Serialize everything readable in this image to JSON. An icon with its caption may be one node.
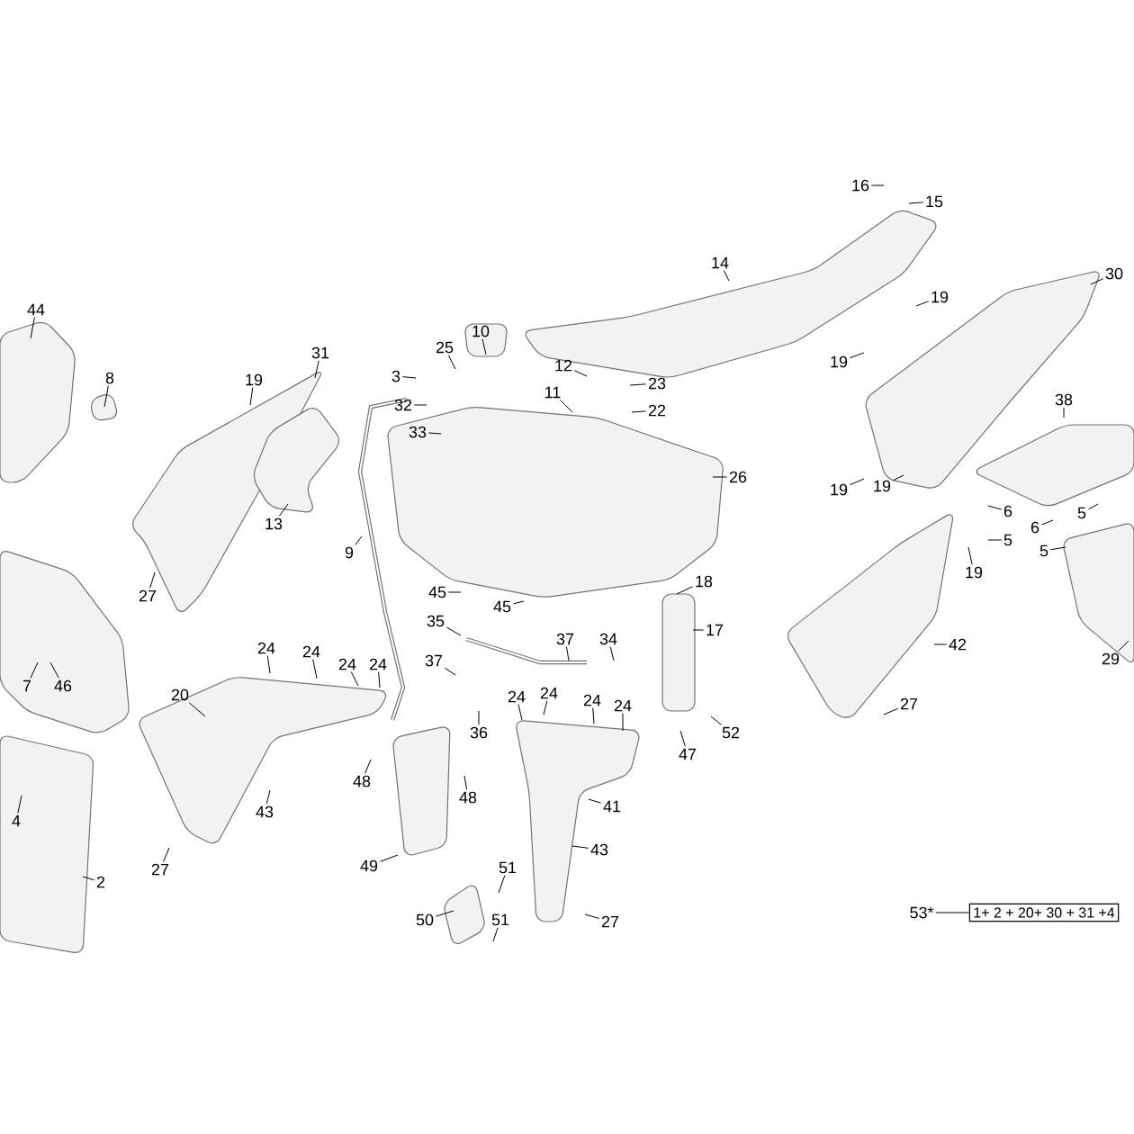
{
  "diagram": {
    "nodes": [
      {
        "text": [
          "16"
        ]
      },
      {
        "text": [
          "15"
        ]
      },
      {
        "text": [
          "14"
        ]
      },
      {
        "text": [
          "30"
        ]
      },
      {
        "text": [
          "19"
        ]
      },
      {
        "text": [
          "44"
        ]
      },
      {
        "text": [
          "10"
        ]
      },
      {
        "text": [
          "25"
        ]
      },
      {
        "text": [
          "31"
        ]
      },
      {
        "text": [
          "19"
        ]
      },
      {
        "text": [
          "12"
        ]
      },
      {
        "text": [
          "3"
        ]
      },
      {
        "text": [
          "8"
        ]
      },
      {
        "text": [
          "19"
        ]
      },
      {
        "text": [
          "23"
        ]
      },
      {
        "text": [
          "11"
        ]
      },
      {
        "text": [
          "38"
        ]
      },
      {
        "text": [
          "32"
        ]
      },
      {
        "text": [
          "22"
        ]
      },
      {
        "text": [
          "33"
        ]
      },
      {
        "text": [
          "26"
        ]
      },
      {
        "text": [
          "19"
        ]
      },
      {
        "text": [
          "19"
        ]
      },
      {
        "text": [
          "6"
        ]
      },
      {
        "text": [
          "5"
        ]
      },
      {
        "text": [
          "13"
        ]
      },
      {
        "text": [
          "6"
        ]
      },
      {
        "text": [
          "5"
        ]
      },
      {
        "text": [
          "5"
        ]
      },
      {
        "text": [
          "9"
        ]
      },
      {
        "text": [
          "19"
        ]
      },
      {
        "text": [
          "18"
        ]
      },
      {
        "text": [
          "45"
        ]
      },
      {
        "text": [
          "27"
        ]
      },
      {
        "text": [
          "45"
        ]
      },
      {
        "text": [
          "35"
        ]
      },
      {
        "text": [
          "17"
        ]
      },
      {
        "text": [
          "37"
        ]
      },
      {
        "text": [
          "34"
        ]
      },
      {
        "text": [
          "42"
        ]
      },
      {
        "text": [
          "24"
        ]
      },
      {
        "text": [
          "24"
        ]
      },
      {
        "text": [
          "37"
        ]
      },
      {
        "text": [
          "29"
        ]
      },
      {
        "text": [
          "24"
        ]
      },
      {
        "text": [
          "24"
        ]
      },
      {
        "text": [
          "7"
        ]
      },
      {
        "text": [
          "46"
        ]
      },
      {
        "text": [
          "20"
        ]
      },
      {
        "text": [
          "24"
        ]
      },
      {
        "text": [
          "24"
        ]
      },
      {
        "text": [
          "24"
        ]
      },
      {
        "text": [
          "27"
        ]
      },
      {
        "text": [
          "24"
        ]
      },
      {
        "text": [
          "36"
        ]
      },
      {
        "text": [
          "52"
        ]
      },
      {
        "text": [
          "47"
        ]
      },
      {
        "text": [
          "48"
        ]
      },
      {
        "text": [
          "48"
        ]
      },
      {
        "text": [
          "41"
        ]
      },
      {
        "text": [
          "43"
        ]
      },
      {
        "text": [
          "4"
        ]
      },
      {
        "text": [
          "43"
        ]
      },
      {
        "text": [
          "49"
        ]
      },
      {
        "text": [
          "51"
        ]
      },
      {
        "text": [
          "27"
        ]
      },
      {
        "text": [
          "2"
        ]
      },
      {
        "text": [
          "53*"
        ]
      },
      {
        "text": [
          "1+ 2 + 20+  30 + 31 +4"
        ]
      },
      {
        "text": [
          "50"
        ]
      },
      {
        "text": [
          "51"
        ]
      },
      {
        "text": [
          "27"
        ]
      }
    ],
    "edges": [
      {
        "from": 0,
        "to": null,
        "arrow": "none"
      },
      {
        "from": 1,
        "to": null,
        "arrow": "none"
      },
      {
        "from": 2,
        "to": null,
        "arrow": "none"
      },
      {
        "from": 3,
        "to": null,
        "arrow": "none"
      },
      {
        "from": 4,
        "to": null,
        "arrow": "none"
      },
      {
        "from": 5,
        "to": null,
        "arrow": "none"
      },
      {
        "from": 6,
        "to": null,
        "arrow": "none"
      },
      {
        "from": 7,
        "to": null,
        "arrow": "none"
      },
      {
        "from": 8,
        "to": null,
        "arrow": "none"
      },
      {
        "from": 9,
        "to": null,
        "arrow": "none"
      },
      {
        "from": 10,
        "to": null,
        "arrow": "none"
      },
      {
        "from": 11,
        "to": null,
        "arrow": "none"
      },
      {
        "from": 12,
        "to": null,
        "arrow": "none"
      },
      {
        "from": 13,
        "to": null,
        "arrow": "none"
      },
      {
        "from": 14,
        "to": null,
        "arrow": "none"
      },
      {
        "from": 15,
        "to": null,
        "arrow": "none"
      },
      {
        "from": 16,
        "to": null,
        "arrow": "none"
      },
      {
        "from": 17,
        "to": null,
        "arrow": "none"
      },
      {
        "from": 18,
        "to": null,
        "arrow": "none"
      },
      {
        "from": 19,
        "to": null,
        "arrow": "none"
      },
      {
        "from": 20,
        "to": null,
        "arrow": "none"
      },
      {
        "from": 21,
        "to": null,
        "arrow": "none"
      },
      {
        "from": 22,
        "to": null,
        "arrow": "none"
      },
      {
        "from": 23,
        "to": null,
        "arrow": "none"
      },
      {
        "from": 24,
        "to": null,
        "arrow": "none"
      },
      {
        "from": 25,
        "to": null,
        "arrow": "none"
      },
      {
        "from": 26,
        "to": null,
        "arrow": "none"
      },
      {
        "from": 27,
        "to": null,
        "arrow": "none"
      },
      {
        "from": 28,
        "to": null,
        "arrow": "none"
      },
      {
        "from": 29,
        "to": null,
        "arrow": "none"
      },
      {
        "from": 30,
        "to": null,
        "arrow": "none"
      },
      {
        "from": 31,
        "to": null,
        "arrow": "none"
      },
      {
        "from": 32,
        "to": null,
        "arrow": "none"
      },
      {
        "from": 33,
        "to": null,
        "arrow": "none"
      },
      {
        "from": 34,
        "to": null,
        "arrow": "none"
      },
      {
        "from": 35,
        "to": null,
        "arrow": "none"
      },
      {
        "from": 36,
        "to": null,
        "arrow": "none"
      },
      {
        "from": 37,
        "to": null,
        "arrow": "none"
      },
      {
        "from": 38,
        "to": null,
        "arrow": "none"
      },
      {
        "from": 39,
        "to": null,
        "arrow": "none"
      },
      {
        "from": 40,
        "to": null,
        "arrow": "none"
      },
      {
        "from": 41,
        "to": null,
        "arrow": "none"
      },
      {
        "from": 42,
        "to": null,
        "arrow": "none"
      },
      {
        "from": 43,
        "to": null,
        "arrow": "none"
      },
      {
        "from": 44,
        "to": null,
        "arrow": "none"
      },
      {
        "from": 45,
        "to": null,
        "arrow": "none"
      },
      {
        "from": 46,
        "to": null,
        "arrow": "none"
      },
      {
        "from": 47,
        "to": null,
        "arrow": "none"
      },
      {
        "from": 48,
        "to": null,
        "arrow": "none"
      },
      {
        "from": 49,
        "to": null,
        "arrow": "none"
      },
      {
        "from": 50,
        "to": null,
        "arrow": "none"
      },
      {
        "from": 51,
        "to": null,
        "arrow": "none"
      },
      {
        "from": 52,
        "to": null,
        "arrow": "none"
      },
      {
        "from": 53,
        "to": null,
        "arrow": "none"
      },
      {
        "from": 54,
        "to": null,
        "arrow": "none"
      },
      {
        "from": 55,
        "to": null,
        "arrow": "none"
      },
      {
        "from": 56,
        "to": null,
        "arrow": "none"
      },
      {
        "from": 57,
        "to": null,
        "arrow": "none"
      },
      {
        "from": 58,
        "to": null,
        "arrow": "none"
      },
      {
        "from": 59,
        "to": null,
        "arrow": "none"
      },
      {
        "from": 60,
        "to": null,
        "arrow": "none"
      },
      {
        "from": 61,
        "to": null,
        "arrow": "none"
      },
      {
        "from": 62,
        "to": null,
        "arrow": "none"
      },
      {
        "from": 63,
        "to": null,
        "arrow": "none"
      },
      {
        "from": 64,
        "to": null,
        "arrow": "none"
      },
      {
        "from": 65,
        "to": null,
        "arrow": "none"
      },
      {
        "from": 66,
        "to": null,
        "arrow": "none"
      },
      {
        "from": 67,
        "to": 68,
        "arrow": "none"
      },
      {
        "from": 69,
        "to": null,
        "arrow": "none"
      },
      {
        "from": 70,
        "to": null,
        "arrow": "none"
      },
      {
        "from": 71,
        "to": null,
        "arrow": "none"
      }
    ]
  }
}
